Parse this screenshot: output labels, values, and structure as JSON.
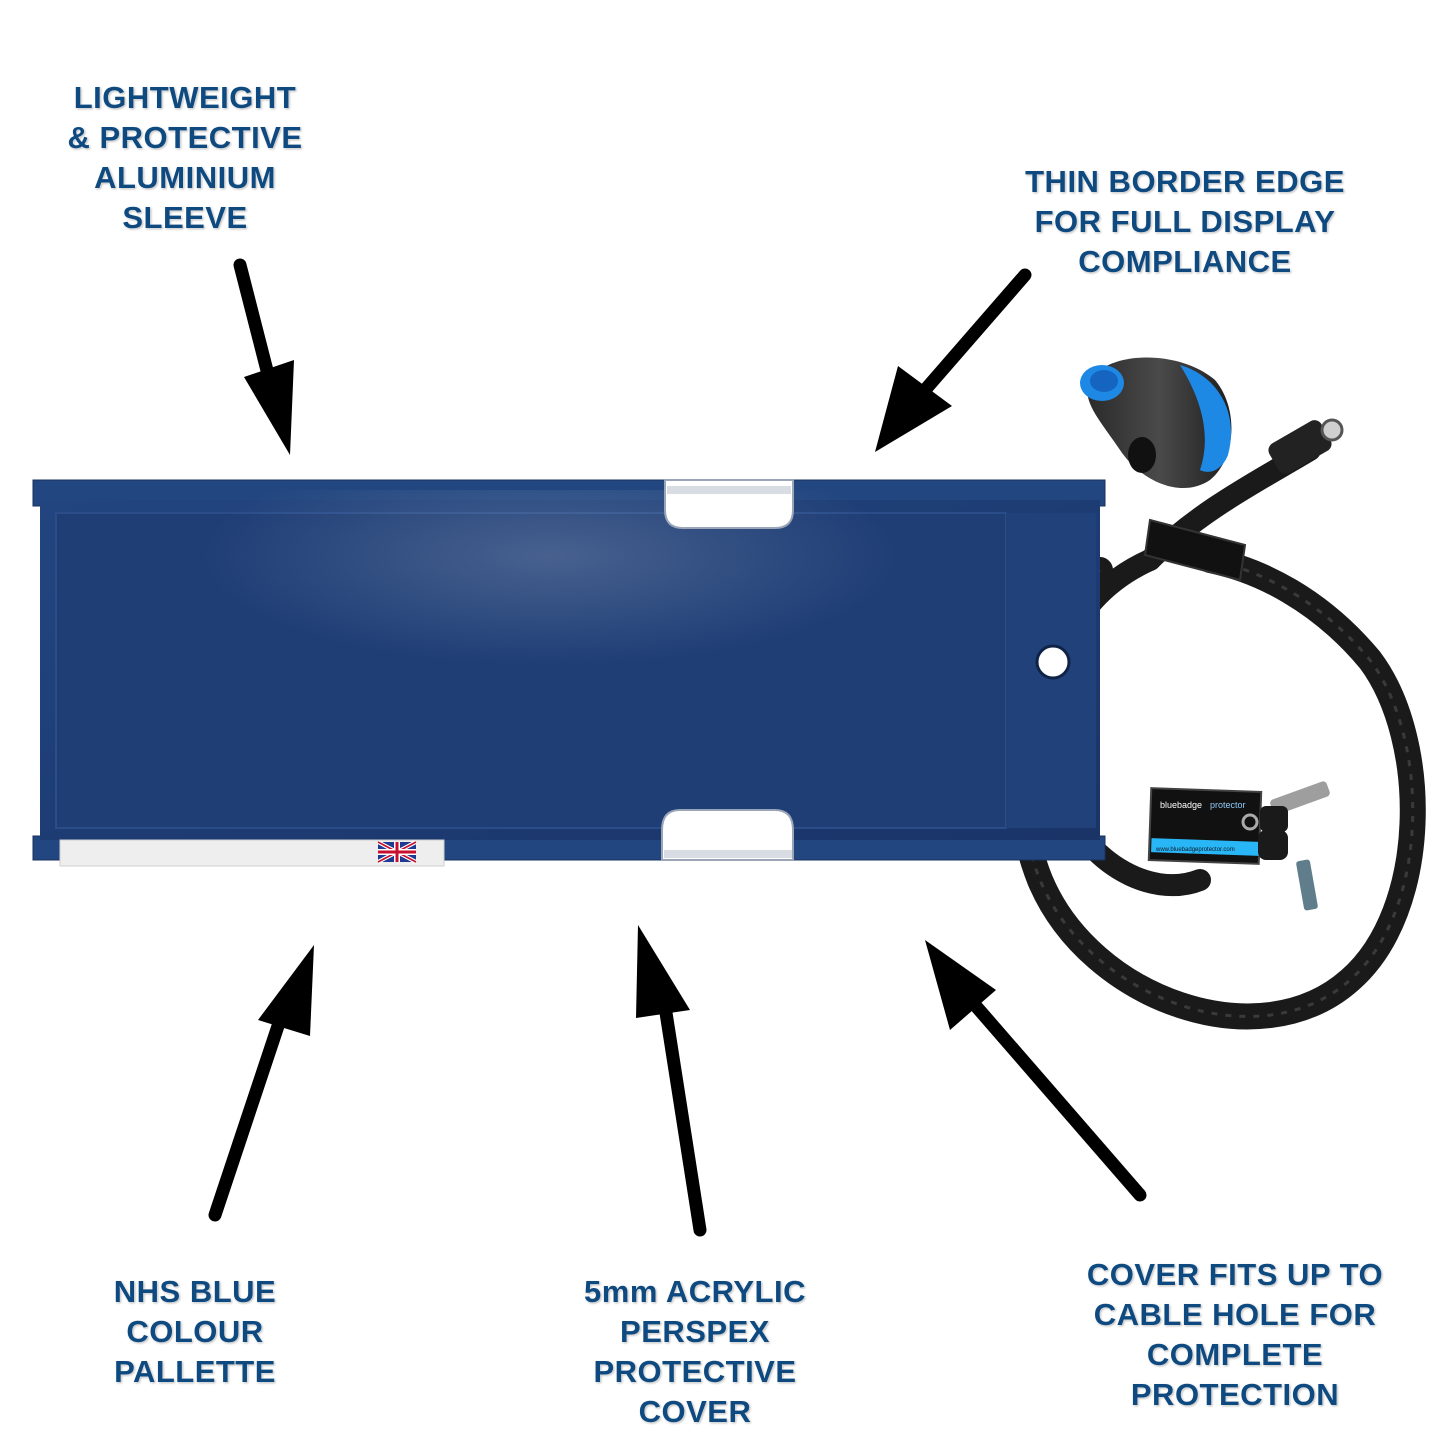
{
  "annotations": {
    "sleeve": "LIGHTWEIGHT\n& PROTECTIVE\nALUMINIUM\nSLEEVE",
    "border": "THIN BORDER EDGE\nFOR FULL DISPLAY\nCOMPLIANCE",
    "nhs_blue": "NHS BLUE\nCOLOUR\nPALLETTE",
    "acrylic": "5mm ACRYLIC\nPERSPEX\nPROTECTIVE\nCOVER",
    "cable_hole": "COVER FITS UP TO\nCABLE HOLE FOR\nCOMPLETE\nPROTECTION"
  },
  "key_tag": {
    "brand": "bluebadge",
    "product": "protector",
    "url": "www.bluebadgeprotector.com"
  },
  "colors": {
    "label_text": "#0e4a80",
    "holder_blue": "#1f3f78",
    "arrow": "#000000",
    "cable": "#1a1a1a",
    "handle_accent": "#1e88e5"
  },
  "icons": {
    "flag": "union-jack-flag-icon",
    "lock": "cable-lock-icon",
    "key": "key-icon"
  }
}
